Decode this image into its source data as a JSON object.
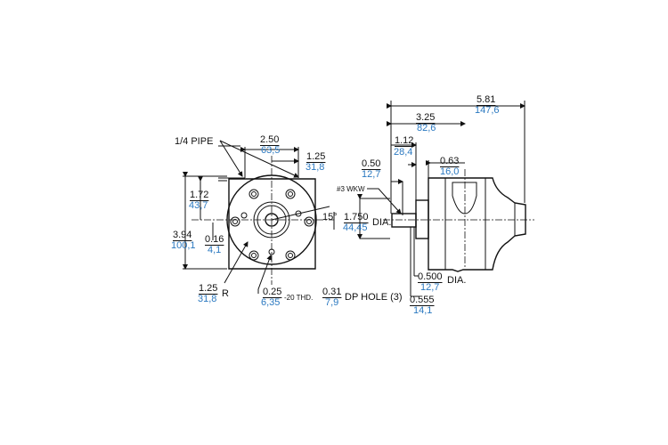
{
  "front_view": {
    "pipe_label": "1/4 PIPE",
    "width_in": "2.50",
    "width_mm": "63,5",
    "half_in": "1.25",
    "half_mm": "31,8",
    "upper_in": "1.72",
    "upper_mm": "43,7",
    "height_in": "3.94",
    "height_mm": "100,1",
    "offset_in": "0.16",
    "offset_mm": "4,1",
    "radius_in": "1.25",
    "radius_mm": "31,8",
    "radius_suffix": "R",
    "hole_in": "0.25",
    "hole_mm": "6,35",
    "thread": "-20 THD.",
    "depth_in": "0.31",
    "depth_mm": "7,9",
    "hole_suffix": "DP HOLE (3)",
    "angle": "15°"
  },
  "side_view": {
    "overall_in": "5.81",
    "overall_mm": "147,6",
    "body_in": "3.25",
    "body_mm": "82,6",
    "shaft_in": "1.12",
    "shaft_mm": "28,4",
    "key_in": "0.50",
    "key_mm": "12,7",
    "cap_in": "0.63",
    "cap_mm": "16,0",
    "wkw": "#3 WKW",
    "pilot_in": "1.750",
    "pilot_mm": "44,45",
    "dia": "DIA.",
    "shaftdia_in": "0.500",
    "shaftdia_mm": "12,7",
    "flat_in": "0.555",
    "flat_mm": "14,1"
  }
}
